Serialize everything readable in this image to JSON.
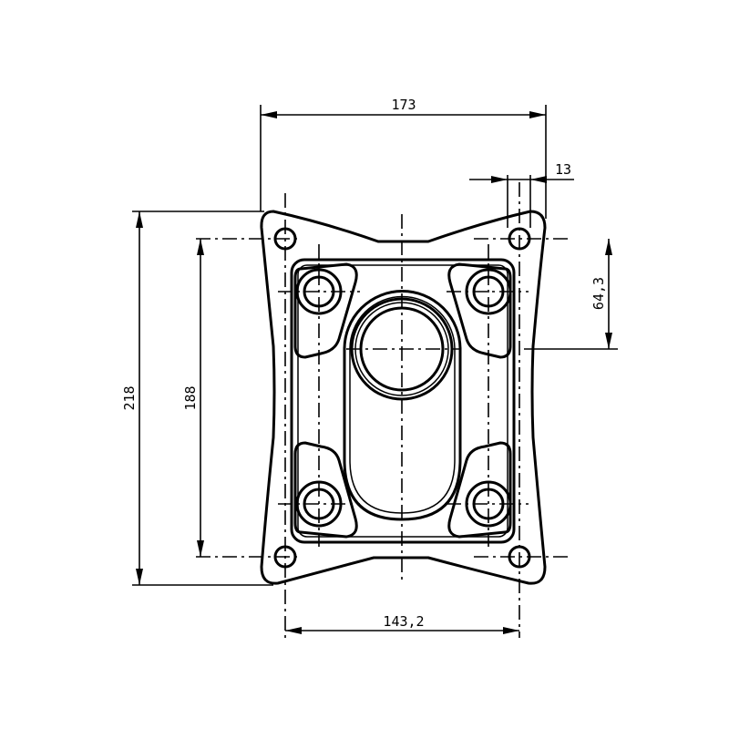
{
  "drawing": {
    "dimensions": {
      "overall_width": "173",
      "hole_offset": "13",
      "hole_to_center": "64,3",
      "overall_height": "218",
      "hole_spacing_vertical": "188",
      "hole_spacing_horizontal": "143,2"
    },
    "colors": {
      "line": "#000000",
      "background": "#ffffff"
    }
  }
}
